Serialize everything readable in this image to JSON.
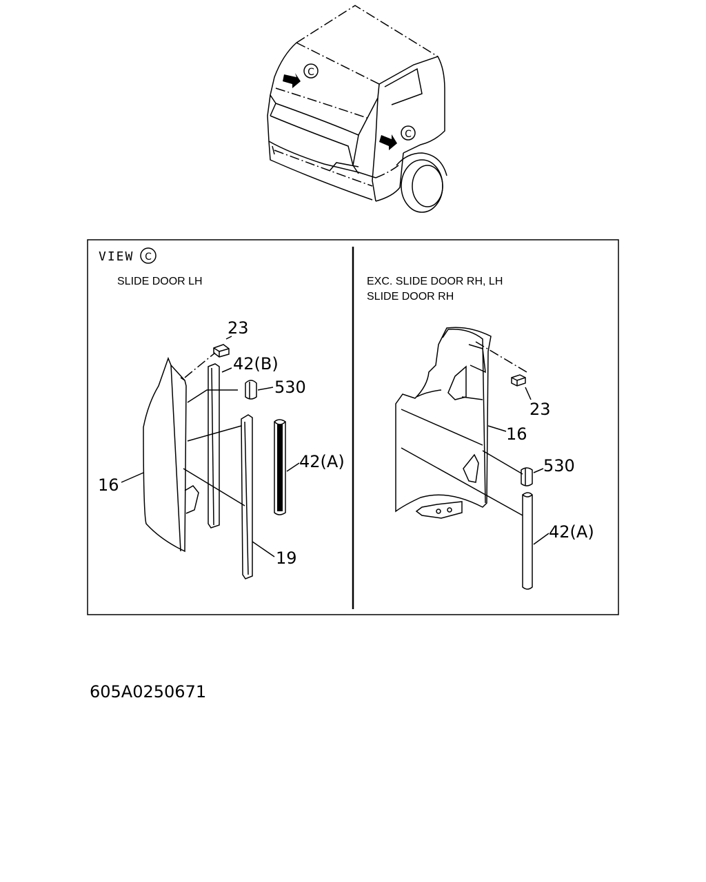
{
  "view_label": "VIEW",
  "view_marker": "C",
  "arrow_markers": [
    "C",
    "C"
  ],
  "left_panel": {
    "heading": "SLIDE DOOR  LH",
    "callouts": {
      "c23": "23",
      "c42b": "42(B)",
      "c530": "530",
      "c42a": "42(A)",
      "c16": "16",
      "c19": "19"
    }
  },
  "right_panel": {
    "heading_line1": "EXC. SLIDE DOOR  RH, LH",
    "heading_line2": "SLIDE DOOR  RH",
    "callouts": {
      "c23": "23",
      "c16": "16",
      "c530": "530",
      "c42a": "42(A)"
    }
  },
  "diagram_code": "605A0250671"
}
